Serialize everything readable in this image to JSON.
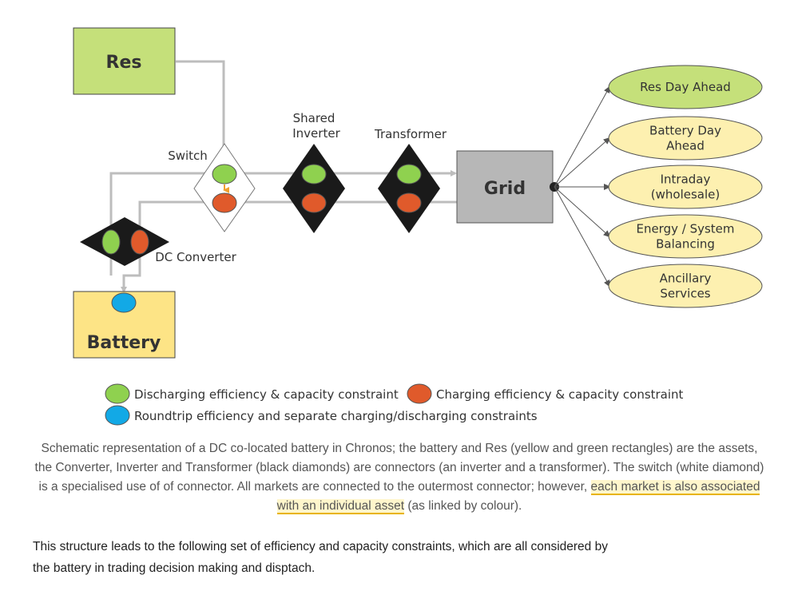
{
  "diagram": {
    "res_label": "Res",
    "battery_label": "Battery",
    "grid_label": "Grid",
    "switch_label": "Switch",
    "shared_inverter_label": [
      "Shared",
      "Inverter"
    ],
    "transformer_label": "Transformer",
    "dc_converter_label": "DC Converter",
    "markets": [
      {
        "lines": [
          "Res Day Ahead"
        ],
        "color": "#c5e07a"
      },
      {
        "lines": [
          "Battery Day",
          "Ahead"
        ],
        "color": "#fdf0b0"
      },
      {
        "lines": [
          "Intraday",
          "(wholesale)"
        ],
        "color": "#fdf0b0"
      },
      {
        "lines": [
          "Energy / System",
          "Balancing"
        ],
        "color": "#fdf0b0"
      },
      {
        "lines": [
          "Ancillary",
          "Services"
        ],
        "color": "#fdf0b0"
      }
    ],
    "colors": {
      "res": "#c5e07a",
      "battery": "#fde486",
      "grid": "#b7b7b7",
      "discharge_green": "#8fd14f",
      "charge_red": "#e05a2b",
      "roundtrip_blue": "#12a9e6",
      "connector_black": "#1a1a1a",
      "line_grey": "#bdbdbd"
    }
  },
  "legend": {
    "discharging": "Discharging efficiency & capacity constraint",
    "charging": "Charging efficiency & capacity constraint",
    "roundtrip": "Roundtrip efficiency and separate charging/discharging constraints"
  },
  "caption": {
    "before": "Schematic representation of a DC co-located battery in Chronos; the battery and Res (yellow and green rectangles) are the assets, the Converter, Inverter and Transformer (black diamonds) are connectors (an inverter and a transformer). The switch (white diamond) is a specialised use of of connector. All markets are connected to the outermost connector; however, ",
    "highlight": "each market is also associated with an individual asset",
    "after": " (as linked by colour)."
  },
  "body_text": "This structure leads to the following set of efficiency and capacity constraints, which are all considered by the battery in trading decision making and disptach."
}
